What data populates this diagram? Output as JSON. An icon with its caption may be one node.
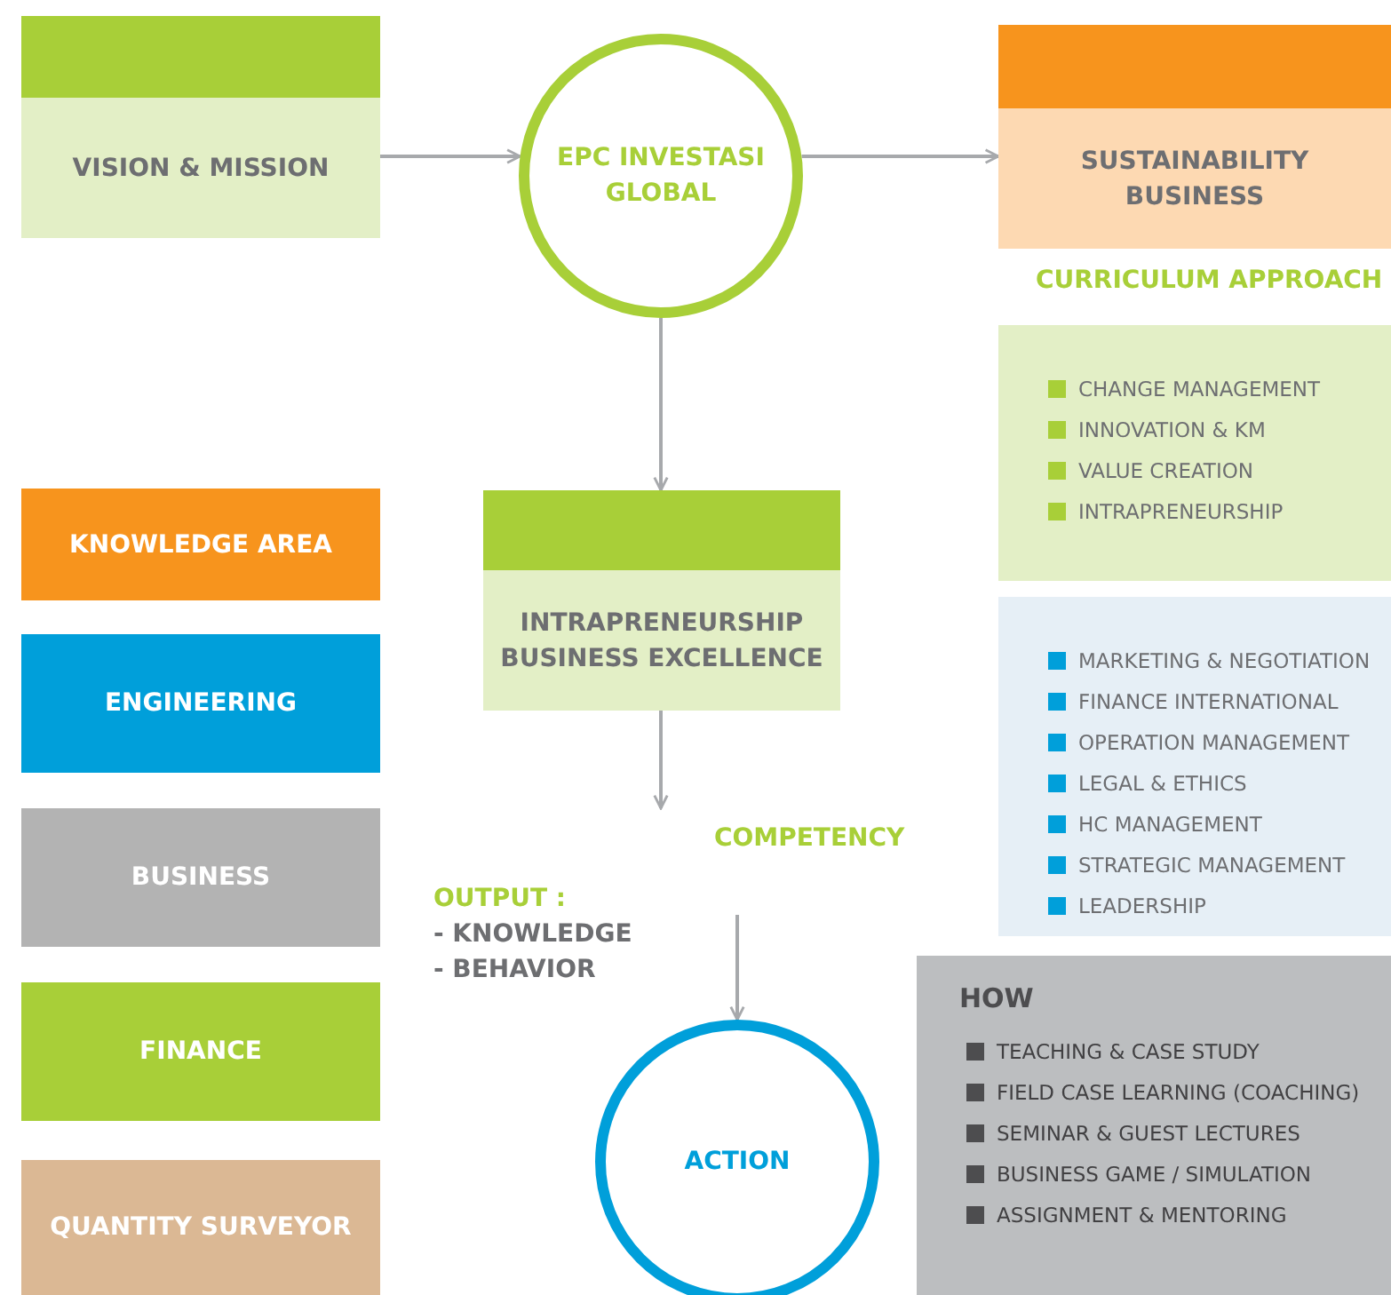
{
  "diagram": {
    "nodes": [
      {
        "text": [
          "VISION & MISSION"
        ]
      },
      {
        "text": [
          "EPC INVESTASI GLOBAL"
        ]
      },
      {
        "text": [
          "SUSTAINABILITY BUSINESS"
        ]
      },
      {
        "text": [
          "CURRICULUM APPROACH",
          "CHANGE MANAGEMENT",
          "INNOVATION & KM",
          "VALUE CREATION",
          "INTRAPRENEURSHIP"
        ]
      },
      {
        "text": [
          "MARKETING & NEGOTIATION",
          "FINANCE INTERNATIONAL",
          "OPERATION MANAGEMENT",
          "LEGAL & ETHICS",
          "HC MANAGEMENT",
          "STRATEGIC MANAGEMENT",
          "LEADERSHIP"
        ]
      },
      {
        "text": [
          "INTRAPRENEURSHIP BUSINESS EXCELLENCE"
        ]
      },
      {
        "text": [
          "KNOWLEDGE AREA"
        ]
      },
      {
        "text": [
          "ENGINEERING"
        ]
      },
      {
        "text": [
          "BUSINESS"
        ]
      },
      {
        "text": [
          "FINANCE"
        ]
      },
      {
        "text": [
          "QUANTITY SURVEYOR"
        ]
      },
      {
        "text": [
          "HOW",
          "TEACHING & CASE STUDY",
          "FIELD CASE LEARNING (COACHING)",
          "SEMINAR & GUEST LECTURES",
          "BUSINESS GAME / SIMULATION",
          "ASSIGNMENT & MENTORING"
        ]
      },
      {
        "text": [
          "ACTION"
        ]
      }
    ],
    "edges": [
      {
        "from": 0,
        "to": 1,
        "arrow": "to"
      },
      {
        "from": 1,
        "to": 2,
        "arrow": "to"
      },
      {
        "from": 1,
        "to": 5,
        "arrow": "to"
      },
      {
        "from": 5,
        "to": null,
        "arrow": "to"
      },
      {
        "from": null,
        "to": 12,
        "arrow": "to"
      }
    ],
    "labels": [
      "COMPETENCY",
      "OUTPUT :",
      "- KNOWLEDGE",
      "- BEHAVIOR"
    ]
  }
}
